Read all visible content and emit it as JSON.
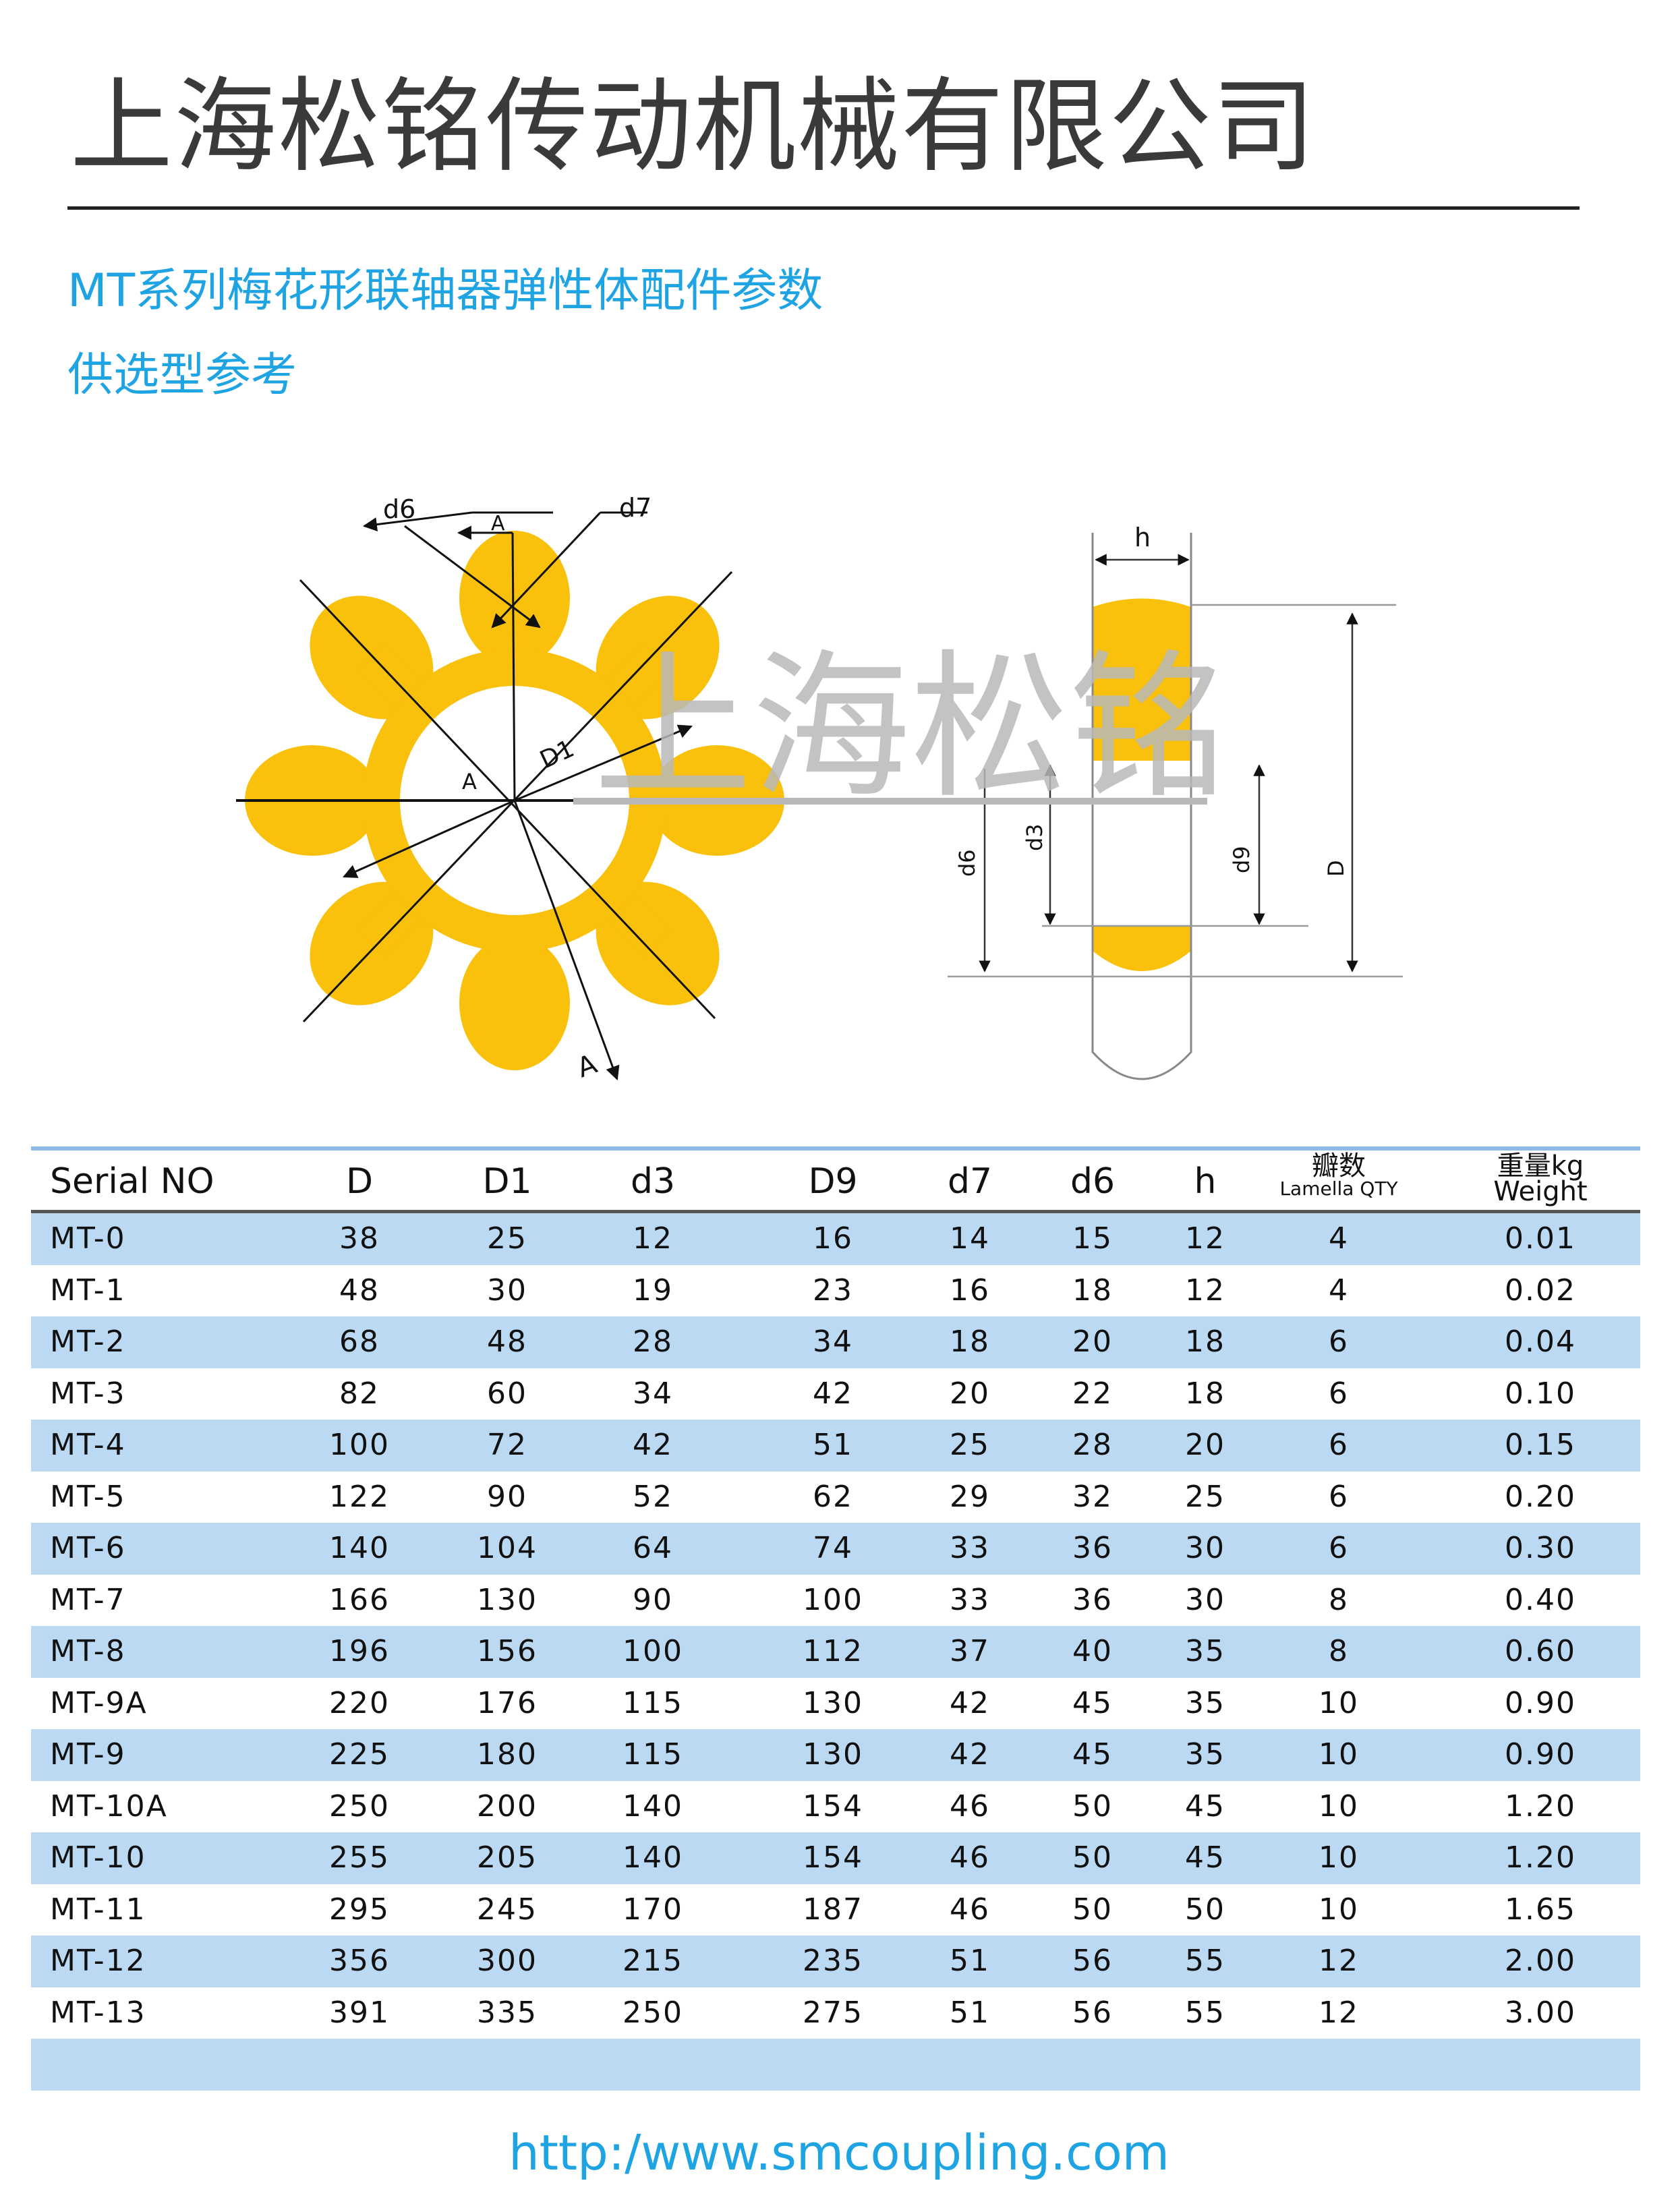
{
  "header": {
    "company": "上海松铭传动机械有限公司",
    "subtitle": "MT系列梅花形联轴器弹性体配件参数",
    "subtitle2": "供选型参考"
  },
  "diagram": {
    "watermark": "上海松铭",
    "labels": {
      "d6": "d6",
      "a_top": "A",
      "d7": "d7",
      "d1": "D1",
      "a_center": "A",
      "a_bottom": "A",
      "h": "h",
      "d6_side": "d6",
      "d3": "d3",
      "d9": "d9",
      "D": "D"
    },
    "colors": {
      "elastomer": "#f9c00c"
    }
  },
  "table": {
    "headers": {
      "serial": "Serial NO",
      "D": "D",
      "D1": "D1",
      "d3": "d3",
      "D9": "D9",
      "d7": "d7",
      "d6": "d6",
      "h": "h",
      "qty_cn": "瓣数",
      "qty_en": "Lamella QTY",
      "weight_cn": "重量kg",
      "weight_en": "Weight"
    },
    "rows": [
      [
        "MT-0",
        "38",
        "25",
        "12",
        "16",
        "14",
        "15",
        "12",
        "4",
        "0.01"
      ],
      [
        "MT-1",
        "48",
        "30",
        "19",
        "23",
        "16",
        "18",
        "12",
        "4",
        "0.02"
      ],
      [
        "MT-2",
        "68",
        "48",
        "28",
        "34",
        "18",
        "20",
        "18",
        "6",
        "0.04"
      ],
      [
        "MT-3",
        "82",
        "60",
        "34",
        "42",
        "20",
        "22",
        "18",
        "6",
        "0.10"
      ],
      [
        "MT-4",
        "100",
        "72",
        "42",
        "51",
        "25",
        "28",
        "20",
        "6",
        "0.15"
      ],
      [
        "MT-5",
        "122",
        "90",
        "52",
        "62",
        "29",
        "32",
        "25",
        "6",
        "0.20"
      ],
      [
        "MT-6",
        "140",
        "104",
        "64",
        "74",
        "33",
        "36",
        "30",
        "6",
        "0.30"
      ],
      [
        "MT-7",
        "166",
        "130",
        "90",
        "100",
        "33",
        "36",
        "30",
        "8",
        "0.40"
      ],
      [
        "MT-8",
        "196",
        "156",
        "100",
        "112",
        "37",
        "40",
        "35",
        "8",
        "0.60"
      ],
      [
        "MT-9A",
        "220",
        "176",
        "115",
        "130",
        "42",
        "45",
        "35",
        "10",
        "0.90"
      ],
      [
        "MT-9",
        "225",
        "180",
        "115",
        "130",
        "42",
        "45",
        "35",
        "10",
        "0.90"
      ],
      [
        "MT-10A",
        "250",
        "200",
        "140",
        "154",
        "46",
        "50",
        "45",
        "10",
        "1.20"
      ],
      [
        "MT-10",
        "255",
        "205",
        "140",
        "154",
        "46",
        "50",
        "45",
        "10",
        "1.20"
      ],
      [
        "MT-11",
        "295",
        "245",
        "170",
        "187",
        "46",
        "50",
        "50",
        "10",
        "1.65"
      ],
      [
        "MT-12",
        "356",
        "300",
        "215",
        "235",
        "51",
        "56",
        "55",
        "12",
        "2.00"
      ],
      [
        "MT-13",
        "391",
        "335",
        "250",
        "275",
        "51",
        "56",
        "55",
        "12",
        "3.00"
      ]
    ]
  },
  "footer": {
    "url": "http:/www.smcoupling.com"
  }
}
